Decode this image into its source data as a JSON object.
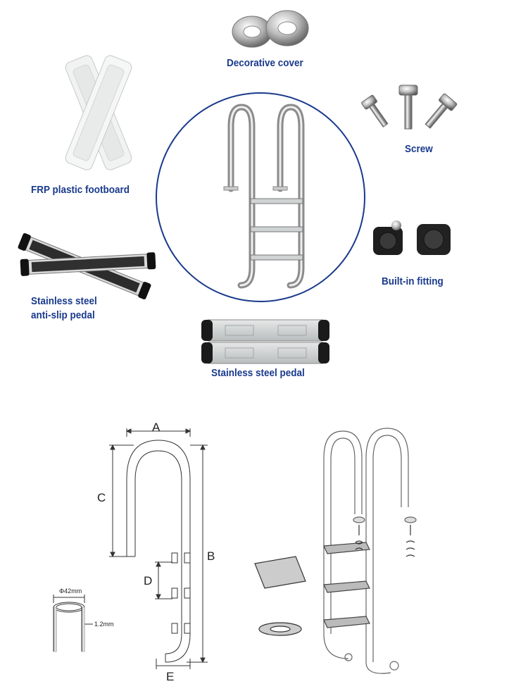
{
  "parts": {
    "decorative_cover": "Decorative cover",
    "screw": "Screw",
    "frp_footboard": "FRP plastic footboard",
    "built_in_fitting": "Built-in fitting",
    "anti_slip_line1": "Stainless steel",
    "anti_slip_line2": "anti-slip pedal",
    "stainless_pedal": "Stainless steel pedal"
  },
  "dimensions": {
    "a": "A",
    "b": "B",
    "c": "C",
    "d": "D",
    "e": "E",
    "tube_diameter": "Φ42mm",
    "wall_thickness": "1.2mm"
  },
  "colors": {
    "label": "#1a3a8c",
    "circle": "#1a3a8c"
  }
}
